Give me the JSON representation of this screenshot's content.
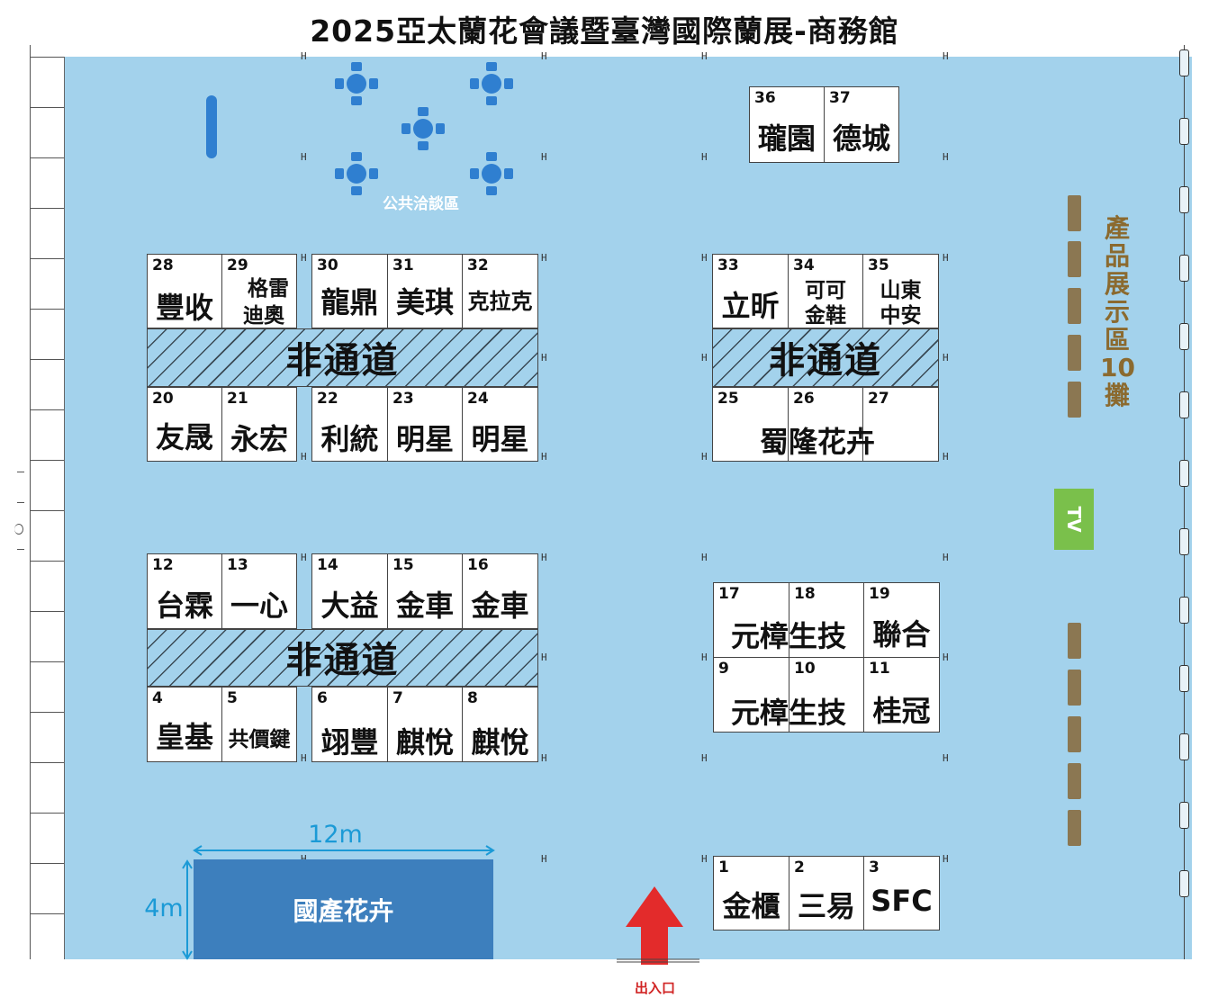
{
  "title": "2025亞太蘭花會議暨臺灣國際蘭展-商務館",
  "colors": {
    "floor": "#a3d2ec",
    "domestic": "#3d7fbd",
    "arrow": "#e32b2b",
    "tv": "#7ac04b",
    "display_bar": "#8b7752",
    "lounge": "#2f7fd0"
  },
  "lounge": {
    "label": "公共洽談區"
  },
  "non_aisle": "非通道",
  "product_zone": {
    "label_chars": [
      "產",
      "品",
      "展",
      "示",
      "區",
      "10",
      "攤"
    ]
  },
  "tv_label": "TV",
  "domestic_flowers": {
    "label": "國產花卉",
    "width_label": "12m",
    "height_label": "4m"
  },
  "entrance": {
    "label": "出入口"
  },
  "booths": {
    "b1": {
      "num": "1",
      "name": "金櫃"
    },
    "b2": {
      "num": "2",
      "name": "三易"
    },
    "b3": {
      "num": "3",
      "name": "SFC"
    },
    "b4": {
      "num": "4",
      "name": "皇基"
    },
    "b5": {
      "num": "5",
      "name": "共價鍵"
    },
    "b6": {
      "num": "6",
      "name": "翊豐"
    },
    "b7": {
      "num": "7",
      "name": "麒悅"
    },
    "b8": {
      "num": "8",
      "name": "麒悅"
    },
    "b9": {
      "num": "9"
    },
    "b10": {
      "num": "10"
    },
    "b9_10_name": "元樟生技",
    "b11": {
      "num": "11",
      "name": "桂冠"
    },
    "b12": {
      "num": "12",
      "name": "台霖"
    },
    "b13": {
      "num": "13",
      "name": "一心"
    },
    "b14": {
      "num": "14",
      "name": "大益"
    },
    "b15": {
      "num": "15",
      "name": "金車"
    },
    "b16": {
      "num": "16",
      "name": "金車"
    },
    "b17": {
      "num": "17"
    },
    "b18": {
      "num": "18"
    },
    "b17_18_name": "元樟生技",
    "b19": {
      "num": "19",
      "name": "聯合"
    },
    "b20": {
      "num": "20",
      "name": "友晟"
    },
    "b21": {
      "num": "21",
      "name": "永宏"
    },
    "b22": {
      "num": "22",
      "name": "利統"
    },
    "b23": {
      "num": "23",
      "name": "明星"
    },
    "b24": {
      "num": "24",
      "name": "明星"
    },
    "b25": {
      "num": "25"
    },
    "b26": {
      "num": "26"
    },
    "b27": {
      "num": "27"
    },
    "b25_27_name": "蜀隆花卉",
    "b28": {
      "num": "28",
      "name": "豐收"
    },
    "b29": {
      "num": "29",
      "name_line1": "格雷",
      "name_line2": "迪奧"
    },
    "b30": {
      "num": "30",
      "name": "龍鼎"
    },
    "b31": {
      "num": "31",
      "name": "美琪"
    },
    "b32": {
      "num": "32",
      "name": "克拉克"
    },
    "b33": {
      "num": "33",
      "name": "立昕"
    },
    "b34": {
      "num": "34",
      "name_line1": "可可",
      "name_line2": "金鞋"
    },
    "b35": {
      "num": "35",
      "name_line1": "山東",
      "name_line2": "中安"
    },
    "b36": {
      "num": "36",
      "name": "瓏園"
    },
    "b37": {
      "num": "37",
      "name": "德城"
    }
  }
}
